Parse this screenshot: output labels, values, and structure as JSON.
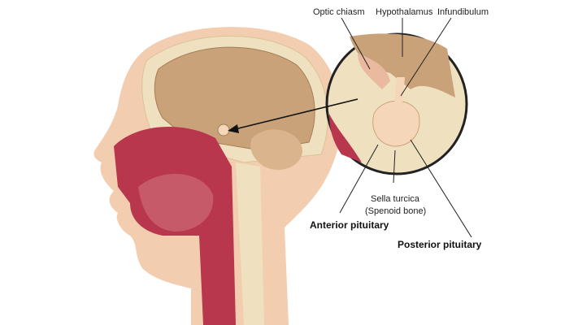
{
  "labels": {
    "optic_chiasm": "Optic chiasm",
    "hypothalamus": "Hypothalamus",
    "infundibulum": "Infundibulum",
    "sella_turcica": "Sella turcica",
    "sella_turcica_note": "(Spenoid bone)",
    "anterior_pituitary": "Anterior pituitary",
    "posterior_pituitary": "Posterior pituitary"
  },
  "colors": {
    "skin": "#f3cdb0",
    "brain": "#c9a27a",
    "bone": "#efe0bf",
    "tissue_red": "#b8374c",
    "pituitary": "#f6d6b8"
  }
}
